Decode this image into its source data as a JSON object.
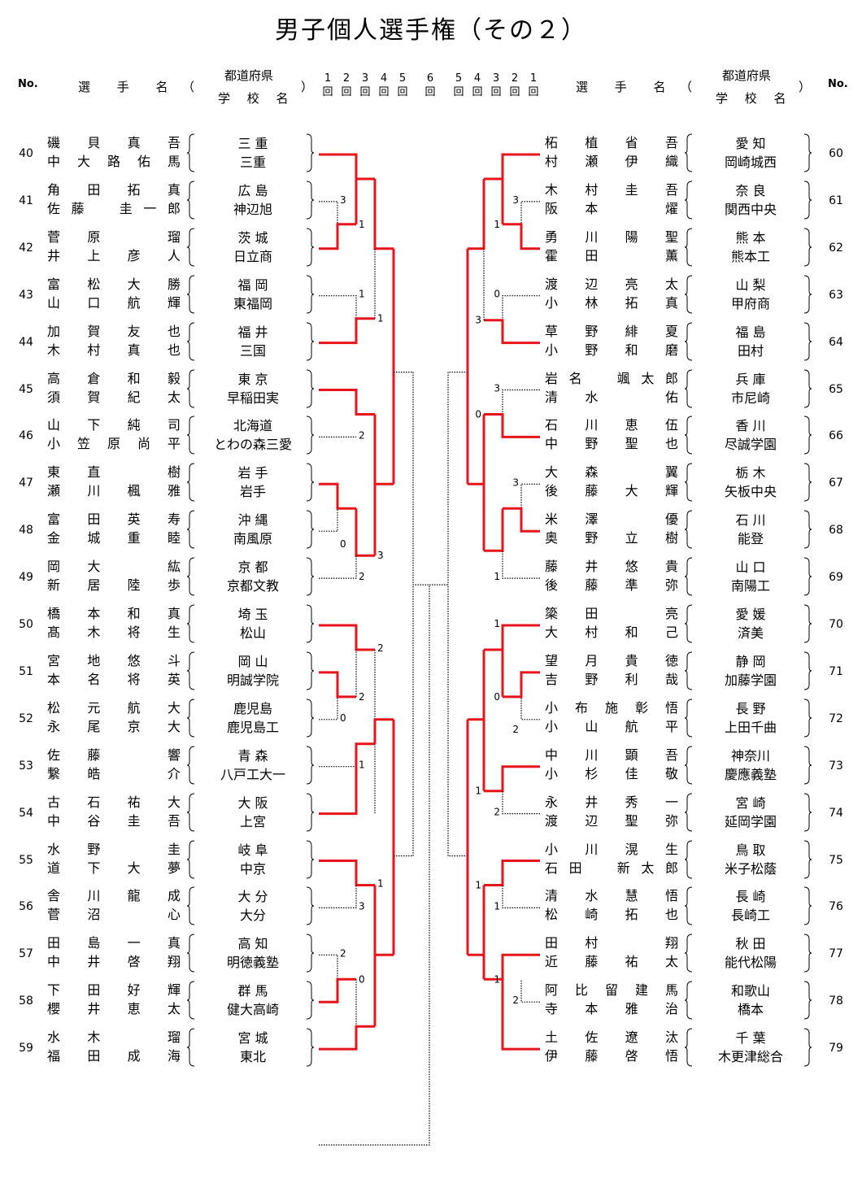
{
  "title": "男子個人選手権（その２）",
  "header": {
    "no_left": "No.",
    "no_right": "No.",
    "player_label": "選 手 名",
    "pref_label": "都道府県",
    "school_label": "学 校 名",
    "paren_open": "（",
    "paren_close": "）",
    "rounds_left": [
      "1回",
      "2回",
      "3回",
      "4回",
      "5回"
    ],
    "round_center": "6回",
    "rounds_right": [
      "5回",
      "4回",
      "3回",
      "2回",
      "1回"
    ]
  },
  "left_entries": [
    {
      "no": "40",
      "p1": "磯 貝 真 吾",
      "p2": "中大路 佑 馬",
      "pref": "三 重",
      "school": "三重"
    },
    {
      "no": "41",
      "p1": "角 田 拓 真",
      "p2": "佐 藤 圭一郎",
      "pref": "広 島",
      "school": "神辺旭"
    },
    {
      "no": "42",
      "p1": "菅 原 瑠",
      "p2": "井 上 彦 人",
      "pref": "茨 城",
      "school": "日立商"
    },
    {
      "no": "43",
      "p1": "富 松 大 勝",
      "p2": "山 口 航 輝",
      "pref": "福 岡",
      "school": "東福岡"
    },
    {
      "no": "44",
      "p1": "加 賀 友 也",
      "p2": "木 村 真 也",
      "pref": "福 井",
      "school": "三国"
    },
    {
      "no": "45",
      "p1": "高 倉 和 毅",
      "p2": "須 賀 紀 太",
      "pref": "東 京",
      "school": "早稲田実"
    },
    {
      "no": "46",
      "p1": "山 下 純 司",
      "p2": "小笠原 尚 平",
      "pref": "北海道",
      "school": "とわの森三愛"
    },
    {
      "no": "47",
      "p1": "東 直 樹",
      "p2": "瀬 川 楓 雅",
      "pref": "岩 手",
      "school": "岩手"
    },
    {
      "no": "48",
      "p1": "富 田 英 寿",
      "p2": "金 城 重 睦",
      "pref": "沖 縄",
      "school": "南風原"
    },
    {
      "no": "49",
      "p1": "岡 大 紘",
      "p2": "新 居 陸 歩",
      "pref": "京 都",
      "school": "京都文教"
    },
    {
      "no": "50",
      "p1": "橋 本 和 真",
      "p2": "髙 木 将 生",
      "pref": "埼 玉",
      "school": "松山"
    },
    {
      "no": "51",
      "p1": "宮 地 悠 斗",
      "p2": "本 名 将 英",
      "pref": "岡 山",
      "school": "明誠学院"
    },
    {
      "no": "52",
      "p1": "松 元 航 大",
      "p2": "永 尾 京 大",
      "pref": "鹿児島",
      "school": "鹿児島工"
    },
    {
      "no": "53",
      "p1": "佐 藤 響",
      "p2": "繋 皓 介",
      "pref": "青 森",
      "school": "八戸工大一"
    },
    {
      "no": "54",
      "p1": "古 石 祐 大",
      "p2": "中 谷 圭 吾",
      "pref": "大 阪",
      "school": "上宮"
    },
    {
      "no": "55",
      "p1": "水 野 圭",
      "p2": "道 下 大 夢",
      "pref": "岐 阜",
      "school": "中京"
    },
    {
      "no": "56",
      "p1": "舎 川 龍 成",
      "p2": "菅 沼 心",
      "pref": "大 分",
      "school": "大分"
    },
    {
      "no": "57",
      "p1": "田 島 一 真",
      "p2": "中 井 啓 翔",
      "pref": "高 知",
      "school": "明徳義塾"
    },
    {
      "no": "58",
      "p1": "下 田 好 輝",
      "p2": "櫻 井 恵 太",
      "pref": "群 馬",
      "school": "健大高崎"
    },
    {
      "no": "59",
      "p1": "水 木 瑠",
      "p2": "福 田 成 海",
      "pref": "宮 城",
      "school": "東北"
    }
  ],
  "right_entries": [
    {
      "no": "60",
      "p1": "柘 植 省 吾",
      "p2": "村 瀬 伊 織",
      "pref": "愛 知",
      "school": "岡崎城西"
    },
    {
      "no": "61",
      "p1": "木 村 圭 吾",
      "p2": "阪 本 燿",
      "pref": "奈 良",
      "school": "関西中央"
    },
    {
      "no": "62",
      "p1": "勇 川 陽 聖",
      "p2": "霍 田 薫",
      "pref": "熊 本",
      "school": "熊本工"
    },
    {
      "no": "63",
      "p1": "渡 辺 亮 太",
      "p2": "小 林 拓 真",
      "pref": "山 梨",
      "school": "甲府商"
    },
    {
      "no": "64",
      "p1": "草 野 緋 夏",
      "p2": "小 野 和 磨",
      "pref": "福 島",
      "school": "田村"
    },
    {
      "no": "65",
      "p1": "岩 名 颯太郎",
      "p2": "清 水 佑",
      "pref": "兵 庫",
      "school": "市尼崎"
    },
    {
      "no": "66",
      "p1": "石 川 恵 伍",
      "p2": "中 野 聖 也",
      "pref": "香 川",
      "school": "尽誠学園"
    },
    {
      "no": "67",
      "p1": "大 森 翼",
      "p2": "後 藤 大 輝",
      "pref": "栃 木",
      "school": "矢板中央"
    },
    {
      "no": "68",
      "p1": "米 澤 優",
      "p2": "奥 野 立 樹",
      "pref": "石 川",
      "school": "能登"
    },
    {
      "no": "69",
      "p1": "藤 井 悠 貴",
      "p2": "後 藤 準 弥",
      "pref": "山 口",
      "school": "南陽工"
    },
    {
      "no": "70",
      "p1": "簗 田 亮",
      "p2": "大 村 和 己",
      "pref": "愛 媛",
      "school": "済美"
    },
    {
      "no": "71",
      "p1": "望 月 貴 徳",
      "p2": "吉 野 利 哉",
      "pref": "静 岡",
      "school": "加藤学園"
    },
    {
      "no": "72",
      "p1": "小布施 彰 悟",
      "p2": "小 山 航 平",
      "pref": "長 野",
      "school": "上田千曲"
    },
    {
      "no": "73",
      "p1": "中 川 顕 吾",
      "p2": "小 杉 佳 敬",
      "pref": "神奈川",
      "school": "慶應義塾"
    },
    {
      "no": "74",
      "p1": "永 井 秀 一",
      "p2": "渡 辺 聖 弥",
      "pref": "宮 崎",
      "school": "延岡学園"
    },
    {
      "no": "75",
      "p1": "小 川 滉 生",
      "p2": "石 田 新太郎",
      "pref": "鳥 取",
      "school": "米子松蔭"
    },
    {
      "no": "76",
      "p1": "清 水 慧 悟",
      "p2": "松 崎 拓 也",
      "pref": "長 崎",
      "school": "長崎工"
    },
    {
      "no": "77",
      "p1": "田 村 翔",
      "p2": "近 藤 祐 太",
      "pref": "秋 田",
      "school": "能代松陽"
    },
    {
      "no": "78",
      "p1": "阿比留 建 馬",
      "p2": "寺 本 雅 治",
      "pref": "和歌山",
      "school": "橋本"
    },
    {
      "no": "79",
      "p1": "土 佐 遼 汰",
      "p2": "伊 藤 啓 悟",
      "pref": "千 葉",
      "school": "木更津総合"
    }
  ],
  "scores": {
    "L41": "3",
    "L42": "1",
    "L43": "1",
    "L44": "1",
    "L46": "2",
    "L48a": "0",
    "L48b": "3",
    "L49": "2",
    "L50": "2",
    "L51": "2",
    "L52": "0",
    "L53": "1",
    "L55": "1",
    "L56": "3",
    "L57": "2",
    "L58": "0",
    "R61": "3",
    "R62": "1",
    "R63": "0",
    "R64": "3",
    "R65": "3",
    "R66": "0",
    "R67": "3",
    "R69": "1",
    "R70": "1",
    "R71": "0",
    "R72": "2",
    "R73": "1",
    "R74": "2",
    "R75": "1",
    "R76": "1",
    "R77": "1",
    "R78": "2"
  },
  "colors": {
    "win": "#e8141c",
    "line": "#000000"
  }
}
